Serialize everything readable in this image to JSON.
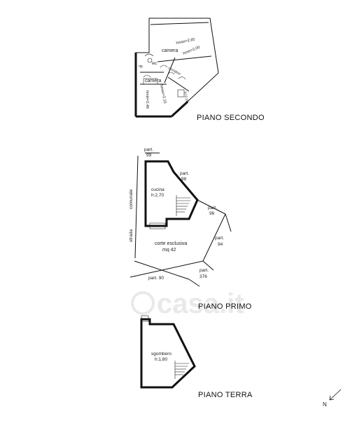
{
  "watermark": "casa.it",
  "plans": {
    "second": {
      "title": "PIANO SECONDO",
      "rooms": {
        "camera_upper": "camera",
        "camera_lower": "camera",
        "wc": "wc",
        "ripostiglio": "rip.",
        "corridoio": "corridoio"
      },
      "heights": {
        "h1": "hmax=2,65",
        "h2": "hmin=2,00",
        "h3": "hmax=2,15",
        "h4": "hmin=2,46",
        "h5": "h=2,20"
      }
    },
    "first": {
      "title": "PIANO PRIMO",
      "kitchen_name": "cucina",
      "kitchen_height": "h:2,70",
      "court_name": "corte esclusiva",
      "court_area": "mq 42",
      "street_1": "comunale",
      "street_2": "strada",
      "parcels": {
        "p99": {
          "a": "part.",
          "b": "99"
        },
        "p98": {
          "a": "part.",
          "b": "98"
        },
        "p96": {
          "a": "part.",
          "b": "96"
        },
        "p94": {
          "a": "part.",
          "b": "94"
        },
        "p376": {
          "a": "part.",
          "b": "376"
        },
        "p90": {
          "a": "part. 90"
        }
      }
    },
    "ground": {
      "title": "PIANO TERRA",
      "room_name": "sgombero",
      "room_height": "h:1,80"
    }
  },
  "north": "N"
}
